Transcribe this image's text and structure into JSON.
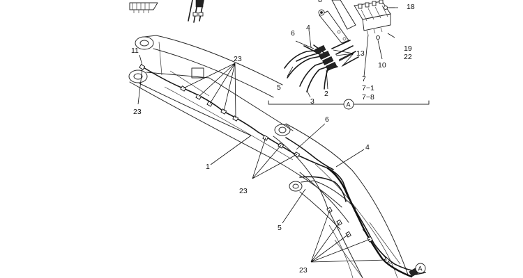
{
  "labels": {
    "l11": "11",
    "l23_top": "23",
    "l23_left": "23",
    "l6_main": "6",
    "l4_main": "4",
    "l1": "1",
    "l23_mid": "23",
    "l5_main": "5",
    "l23_bottom": "23",
    "lA_main": "A",
    "lA_inset": "A",
    "l18": "18",
    "l19": "19",
    "l22": "22",
    "l10": "10",
    "l13": "13",
    "l6_inset": "6",
    "l4_inset": "4",
    "l5_inset": "5",
    "l2": "2",
    "l3": "3",
    "l7": "7",
    "l7_1": "7−1",
    "l7_8": "7−8",
    "l8_partial": "8"
  }
}
